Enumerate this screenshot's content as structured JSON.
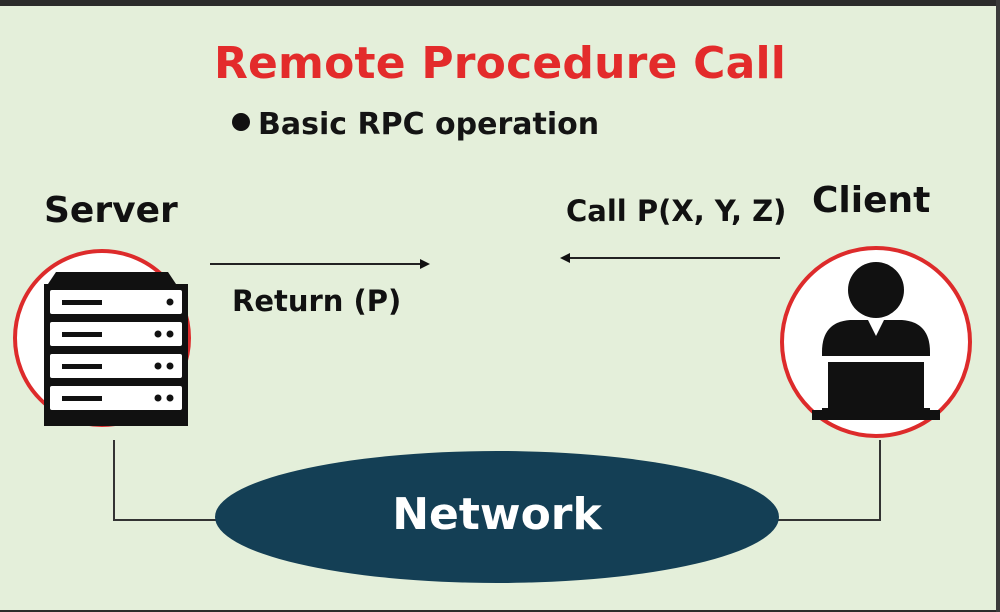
{
  "title": "Remote Procedure Call",
  "subtitle": "Basic RPC operation",
  "server": {
    "label": "Server"
  },
  "client": {
    "label": "Client"
  },
  "call_label": "Call P(X, Y, Z)",
  "return_label": "Return (P)",
  "network": {
    "label": "Network"
  },
  "colors": {
    "background": "#e4efda",
    "title": "#e32b2b",
    "circle_border": "#dd2b2b",
    "network": "#143f55",
    "icon": "#111111"
  }
}
